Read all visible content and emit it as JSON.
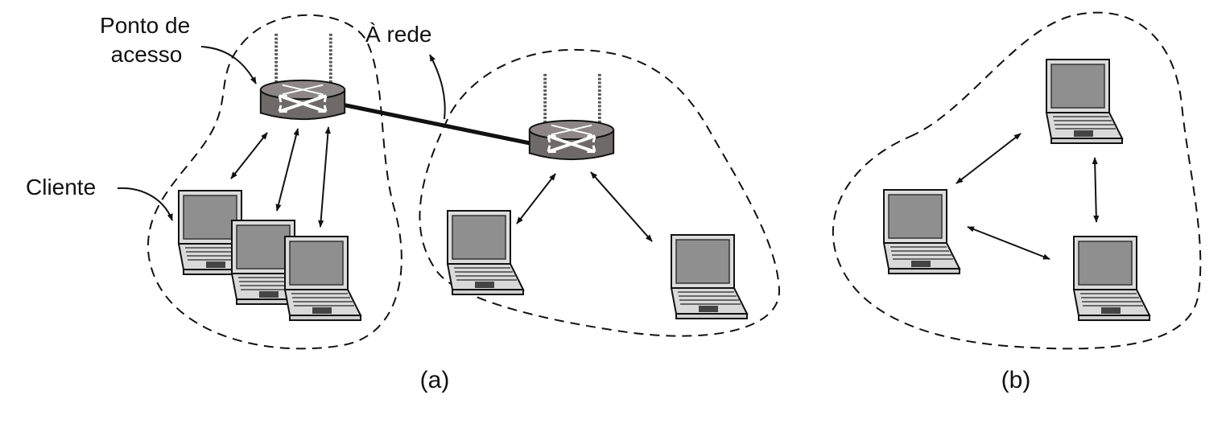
{
  "labels": {
    "access_point": [
      "Ponto de",
      "acesso"
    ],
    "to_network": "À rede",
    "client": "Cliente",
    "caption_a": "(a)",
    "caption_b": "(b)"
  },
  "colors": {
    "line": "#111111",
    "router_body": "#6e6a69",
    "router_top": "#8c8786",
    "screen": "#8f8f8f",
    "laptop_body": "#d9d9d9"
  },
  "icons": {
    "access_point": "wireless-router-icon",
    "client": "laptop-icon"
  }
}
